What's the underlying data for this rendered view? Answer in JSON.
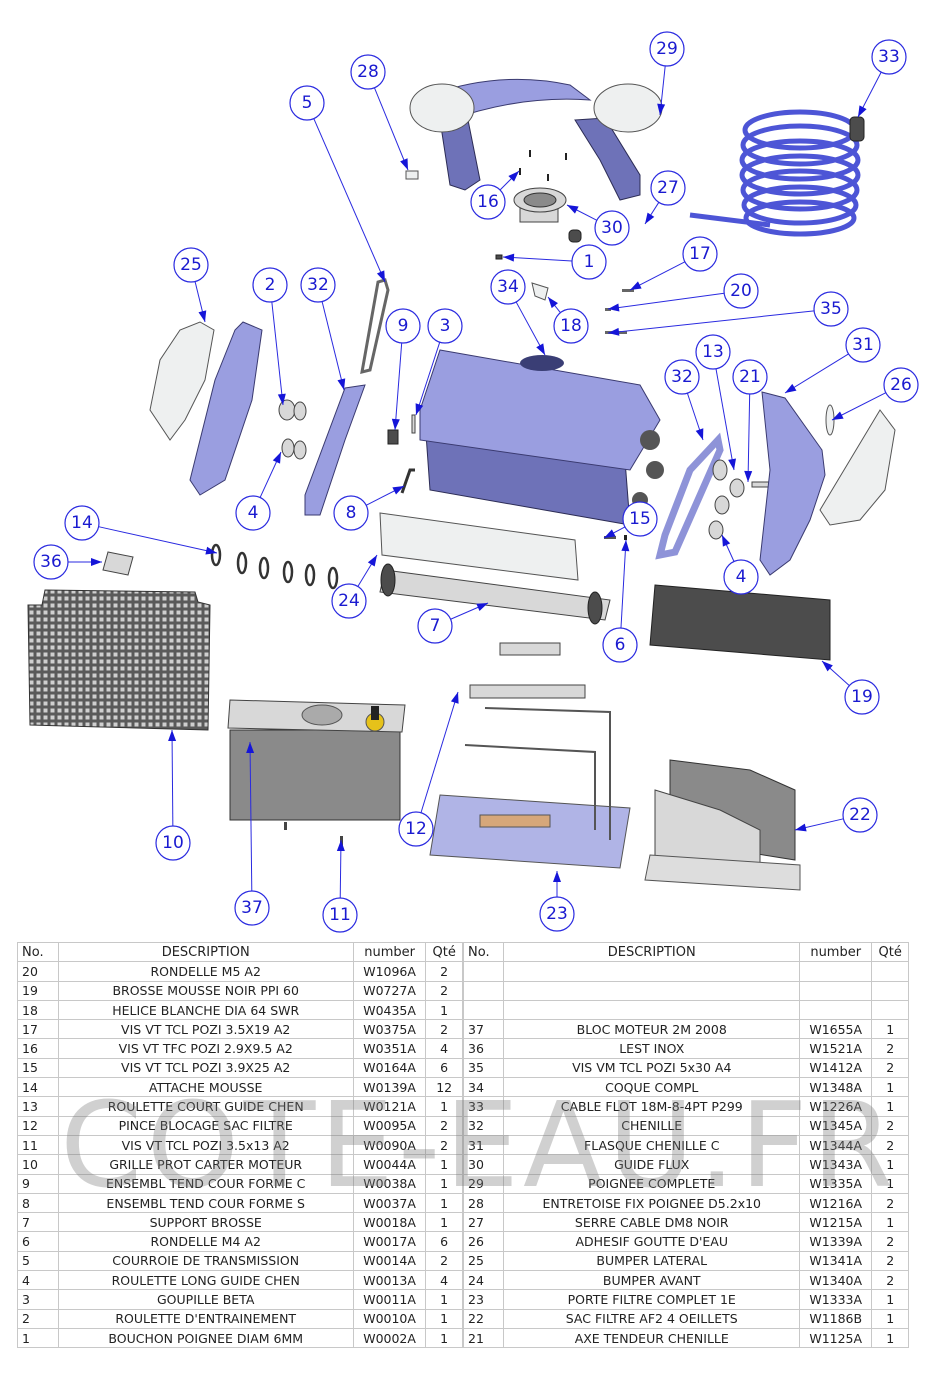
{
  "diagram": {
    "title": "Exploded parts view",
    "callouts": [
      "1",
      "2",
      "3",
      "4",
      "4",
      "5",
      "6",
      "7",
      "8",
      "9",
      "10",
      "11",
      "12",
      "13",
      "14",
      "15",
      "16",
      "17",
      "18",
      "19",
      "20",
      "21",
      "22",
      "23",
      "24",
      "25",
      "26",
      "27",
      "28",
      "29",
      "30",
      "31",
      "32",
      "32",
      "33",
      "34",
      "35",
      "36",
      "37"
    ],
    "colors": {
      "callout": "#2a2ae0",
      "part_blue": "#9a9ee0",
      "cable": "#4d55d6"
    }
  },
  "bom": {
    "headers": {
      "no": "No.",
      "description": "DESCRIPTION",
      "number": "number",
      "qty": "Qté"
    },
    "left": [
      {
        "no": "20",
        "description": "RONDELLE M5 A2",
        "number": "W1096A",
        "qty": "2"
      },
      {
        "no": "19",
        "description": "BROSSE MOUSSE NOIR PPI 60",
        "number": "W0727A",
        "qty": "2"
      },
      {
        "no": "18",
        "description": "HELICE BLANCHE DIA 64 SWR",
        "number": "W0435A",
        "qty": "1"
      },
      {
        "no": "17",
        "description": "VIS VT TCL POZI 3.5X19 A2",
        "number": "W0375A",
        "qty": "2"
      },
      {
        "no": "16",
        "description": "VIS VT TFC POZI 2.9X9.5 A2",
        "number": "W0351A",
        "qty": "4"
      },
      {
        "no": "15",
        "description": "VIS VT TCL POZI 3.9X25 A2",
        "number": "W0164A",
        "qty": "6"
      },
      {
        "no": "14",
        "description": "ATTACHE MOUSSE",
        "number": "W0139A",
        "qty": "12"
      },
      {
        "no": "13",
        "description": "ROULETTE COURT GUIDE CHEN",
        "number": "W0121A",
        "qty": "1"
      },
      {
        "no": "12",
        "description": "PINCE BLOCAGE SAC FILTRE",
        "number": "W0095A",
        "qty": "2"
      },
      {
        "no": "11",
        "description": "VIS VT TCL POZI 3.5x13 A2",
        "number": "W0090A",
        "qty": "2"
      },
      {
        "no": "10",
        "description": "GRILLE PROT CARTER MOTEUR",
        "number": "W0044A",
        "qty": "1"
      },
      {
        "no": "9",
        "description": "ENSEMBL TEND COUR FORME C",
        "number": "W0038A",
        "qty": "1"
      },
      {
        "no": "8",
        "description": "ENSEMBL TEND COUR FORME S",
        "number": "W0037A",
        "qty": "1"
      },
      {
        "no": "7",
        "description": "SUPPORT BROSSE",
        "number": "W0018A",
        "qty": "1"
      },
      {
        "no": "6",
        "description": "RONDELLE M4 A2",
        "number": "W0017A",
        "qty": "6"
      },
      {
        "no": "5",
        "description": "COURROIE DE TRANSMISSION",
        "number": "W0014A",
        "qty": "2"
      },
      {
        "no": "4",
        "description": "ROULETTE LONG GUIDE CHEN",
        "number": "W0013A",
        "qty": "4"
      },
      {
        "no": "3",
        "description": "GOUPILLE BETA",
        "number": "W0011A",
        "qty": "1"
      },
      {
        "no": "2",
        "description": "ROULETTE D'ENTRAINEMENT",
        "number": "W0010A",
        "qty": "1"
      },
      {
        "no": "1",
        "description": "BOUCHON POIGNEE DIAM 6MM",
        "number": "W0002A",
        "qty": "1"
      }
    ],
    "right": [
      {
        "no": "",
        "description": "",
        "number": "",
        "qty": ""
      },
      {
        "no": "",
        "description": "",
        "number": "",
        "qty": ""
      },
      {
        "no": "",
        "description": "",
        "number": "",
        "qty": ""
      },
      {
        "no": "37",
        "description": "BLOC MOTEUR 2M 2008",
        "number": "W1655A",
        "qty": "1"
      },
      {
        "no": "36",
        "description": "LEST INOX",
        "number": "W1521A",
        "qty": "2"
      },
      {
        "no": "35",
        "description": "VIS VM TCL POZI 5x30 A4",
        "number": "W1412A",
        "qty": "2"
      },
      {
        "no": "34",
        "description": "COQUE COMPL",
        "number": "W1348A",
        "qty": "1"
      },
      {
        "no": "33",
        "description": "CABLE FLOT 18M-8-4PT P299",
        "number": "W1226A",
        "qty": "1"
      },
      {
        "no": "32",
        "description": "CHENILLE",
        "number": "W1345A",
        "qty": "2"
      },
      {
        "no": "31",
        "description": "FLASQUE CHENILLE C",
        "number": "W1344A",
        "qty": "2"
      },
      {
        "no": "30",
        "description": "GUIDE FLUX",
        "number": "W1343A",
        "qty": "1"
      },
      {
        "no": "29",
        "description": "POIGNEE COMPLETE",
        "number": "W1335A",
        "qty": "1"
      },
      {
        "no": "28",
        "description": "ENTRETOISE FIX POIGNEE D5.2x10",
        "number": "W1216A",
        "qty": "2"
      },
      {
        "no": "27",
        "description": "SERRE CABLE DM8 NOIR",
        "number": "W1215A",
        "qty": "1"
      },
      {
        "no": "26",
        "description": "ADHESIF GOUTTE D'EAU",
        "number": "W1339A",
        "qty": "2"
      },
      {
        "no": "25",
        "description": "BUMPER LATERAL",
        "number": "W1341A",
        "qty": "2"
      },
      {
        "no": "24",
        "description": "BUMPER AVANT",
        "number": "W1340A",
        "qty": "2"
      },
      {
        "no": "23",
        "description": "PORTE FILTRE COMPLET 1E",
        "number": "W1333A",
        "qty": "1"
      },
      {
        "no": "22",
        "description": "SAC FILTRE AF2 4 OEILLETS",
        "number": "W1186B",
        "qty": "1"
      },
      {
        "no": "21",
        "description": "AXE TENDEUR CHENILLE",
        "number": "W1125A",
        "qty": "1"
      }
    ]
  },
  "watermark": "COTE-EAU.FR"
}
